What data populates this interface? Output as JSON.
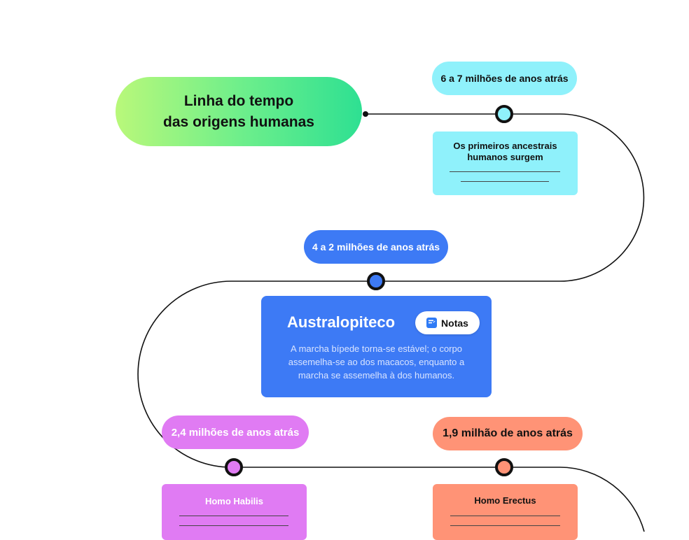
{
  "title": {
    "line1": "Linha do tempo",
    "line2": "das origens humanas",
    "gradient": [
      "#b9f87a",
      "#2ee092"
    ]
  },
  "events": [
    {
      "time_label": "6 a 7 milhões de anos atrás",
      "card_title_line1": "Os primeiros ancestrais",
      "card_title_line2": "humanos surgem",
      "label_color": "#8ff1fb",
      "card_color": "#8ff1fb",
      "dot_color": "#8ff1fb"
    },
    {
      "time_label": "4 a 2 milhões de anos atrás",
      "card_title": "Australopiteco",
      "description": "A marcha bípede torna-se estável; o corpo assemelha-se ao dos macacos, enquanto a marcha se assemelha à dos humanos.",
      "notes_label": "Notas",
      "notes_icon": "notes-icon",
      "label_color": "#3d7af5",
      "card_color": "#3d7af5",
      "dot_color": "#3d7af5"
    },
    {
      "time_label": "2,4 milhões de anos atrás",
      "card_title": "Homo Habilis",
      "label_color": "#e07bf3",
      "card_color": "#e07bf3",
      "dot_color": "#e07bf3"
    },
    {
      "time_label": "1,9 milhão de anos atrás",
      "card_title": "Homo Erectus",
      "label_color": "#ff9376",
      "card_color": "#ff9376",
      "dot_color": "#ff9376"
    }
  ]
}
